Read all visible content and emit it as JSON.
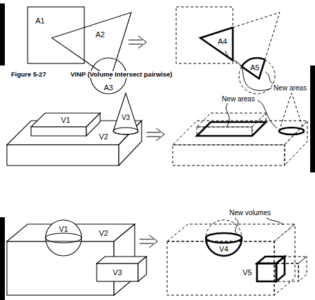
{
  "diagram": {
    "labels": [
      "A1",
      "A2",
      "A3",
      "A4",
      "A5",
      "New areas",
      "Figure 5-27",
      "VINP (Volume Intersect pairwise)",
      "V1",
      "V2",
      "V3",
      "New areas",
      "V1",
      "V2",
      "V3",
      "New volumes",
      "V4",
      "V5"
    ]
  }
}
